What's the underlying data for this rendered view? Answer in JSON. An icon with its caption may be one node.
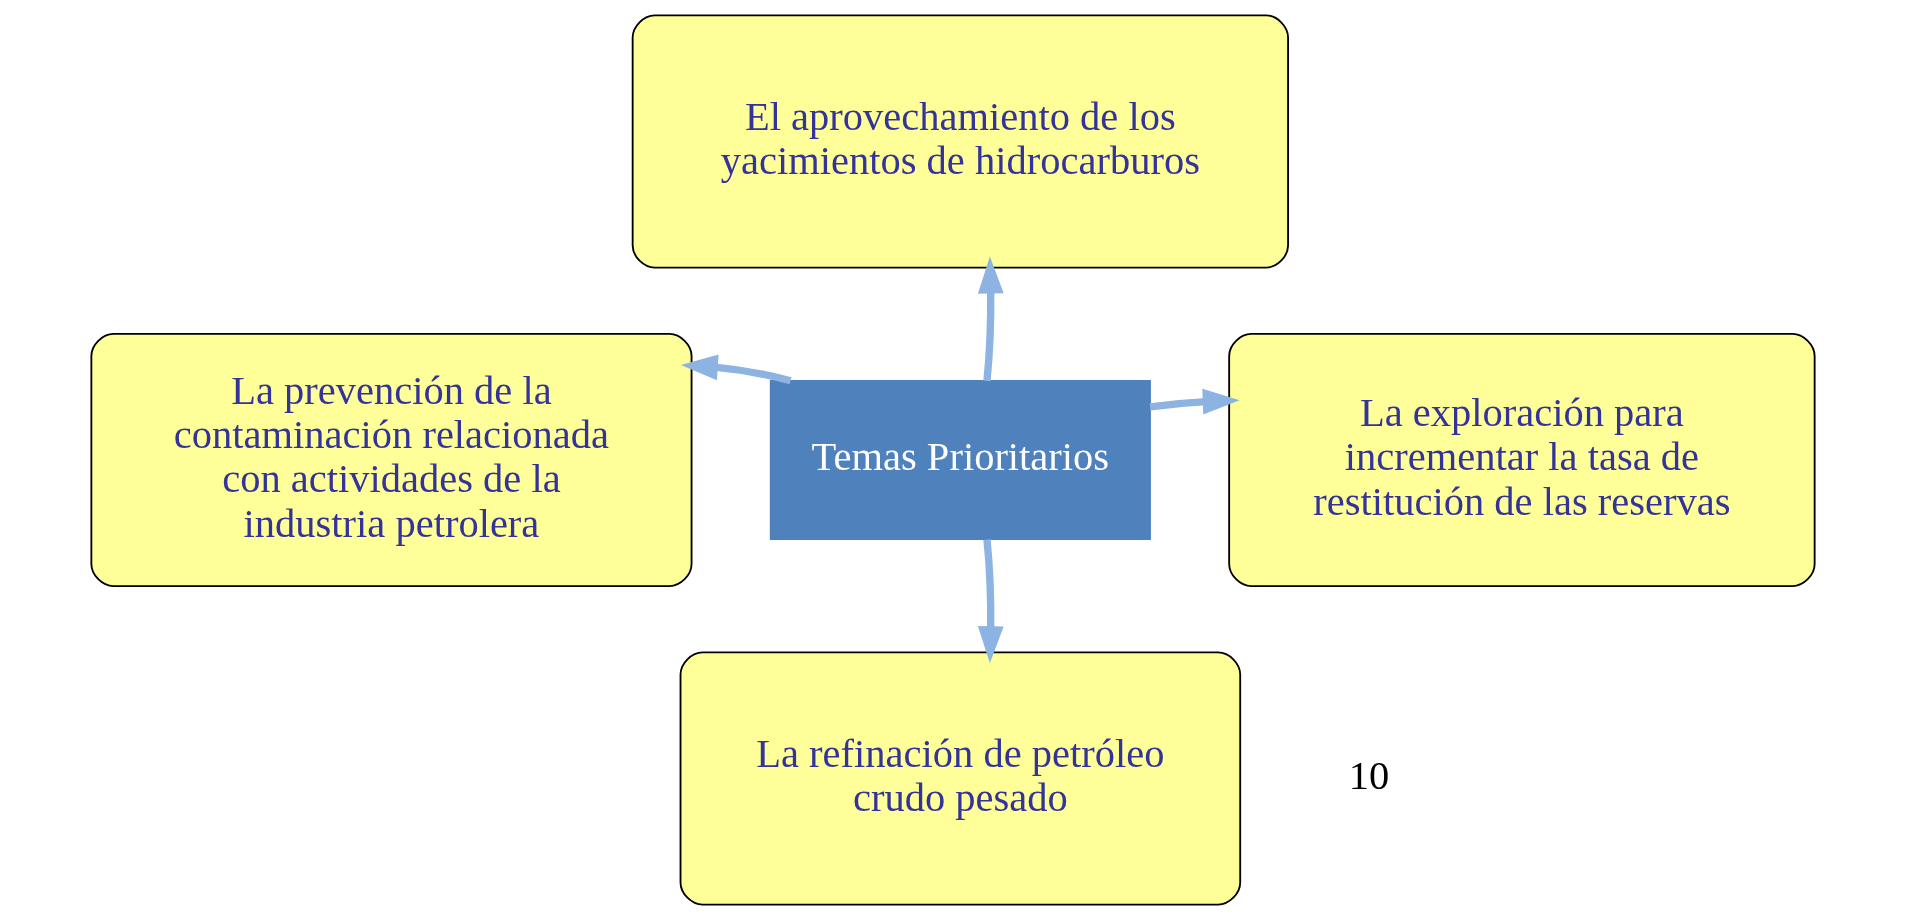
{
  "diagram": {
    "nodes": [
      {
        "text": [
          "El aprovechamiento de los yacimientos de hidrocarburos"
        ]
      },
      {
        "text": [
          "La prevención de la contaminación relacionada con actividades de la industria petrolera"
        ]
      },
      {
        "text": [
          "Temas Prioritarios"
        ]
      },
      {
        "text": [
          "La exploración para incrementar la tasa de restitución de las reservas"
        ]
      },
      {
        "text": [
          "La refinación de petróleo crudo pesado"
        ]
      }
    ],
    "edges": [
      {
        "from": 2,
        "to": 0,
        "arrow": "to"
      },
      {
        "from": 2,
        "to": 1,
        "arrow": "to"
      },
      {
        "from": 2,
        "to": 3,
        "arrow": "to"
      },
      {
        "from": 2,
        "to": 4,
        "arrow": "to"
      }
    ],
    "labels": [
      "10"
    ]
  }
}
